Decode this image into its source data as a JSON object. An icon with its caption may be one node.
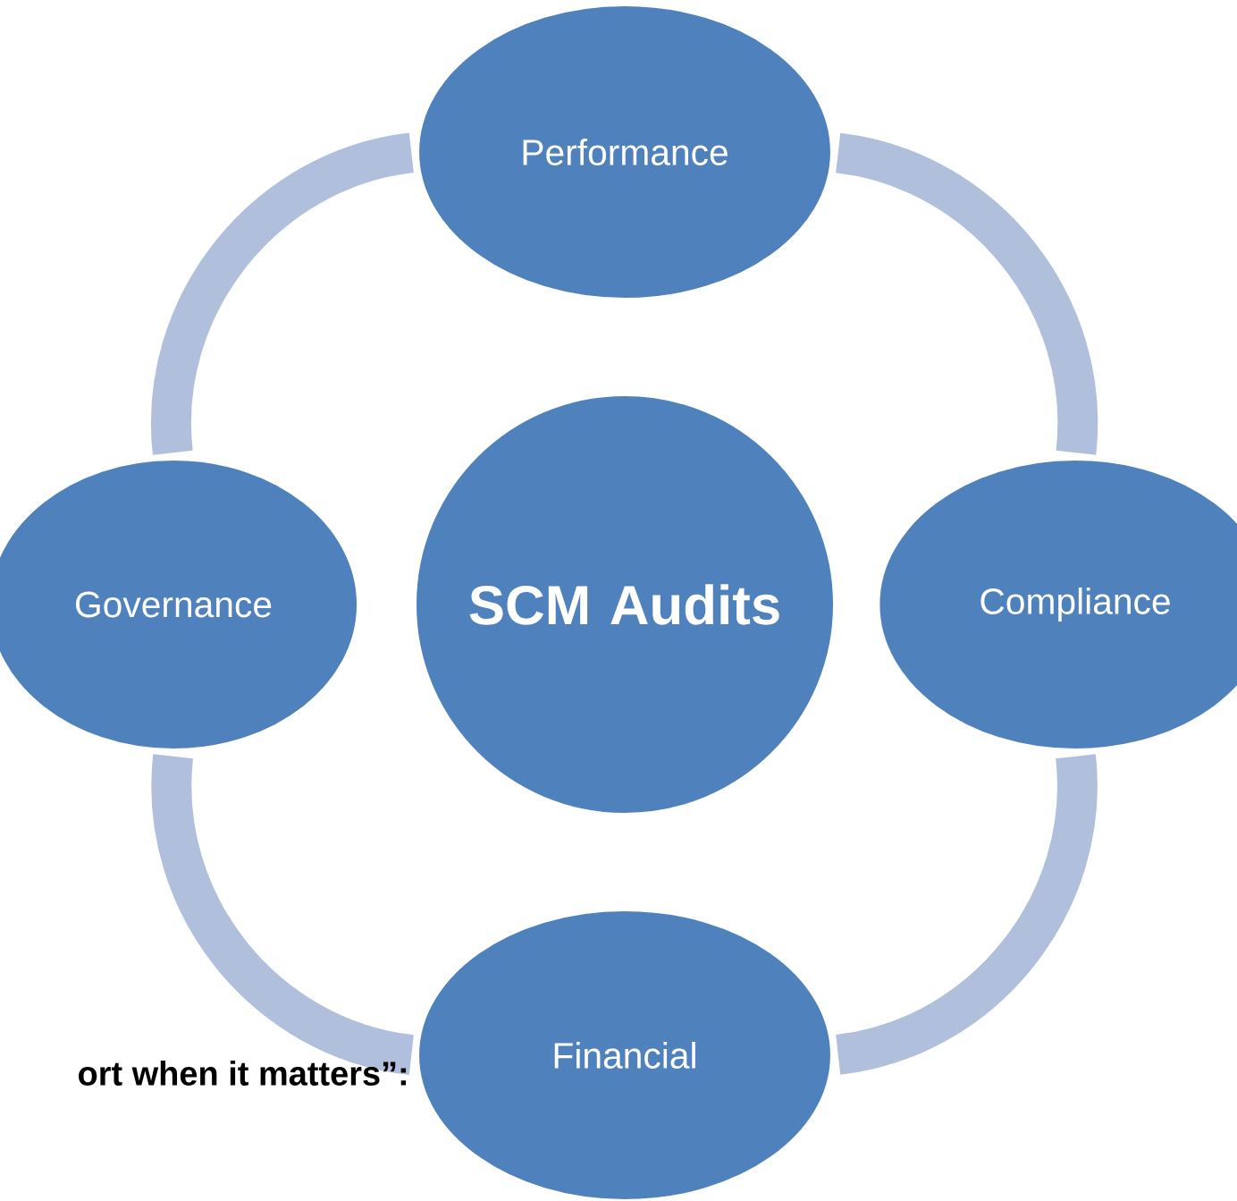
{
  "diagram": {
    "nodes": [
      {
        "text": [
          "SCM Audits"
        ]
      },
      {
        "text": [
          "Performance"
        ]
      },
      {
        "text": [
          "Compliance"
        ]
      },
      {
        "text": [
          "Financial"
        ]
      },
      {
        "text": [
          "Governance"
        ]
      }
    ],
    "edges": [
      {
        "from": 1,
        "to": 2,
        "arrow": "none"
      },
      {
        "from": 2,
        "to": 3,
        "arrow": "none"
      },
      {
        "from": 3,
        "to": 4,
        "arrow": "none"
      },
      {
        "from": 4,
        "to": 1,
        "arrow": "none"
      }
    ],
    "labels": [
      "ort when it matters”:"
    ]
  }
}
